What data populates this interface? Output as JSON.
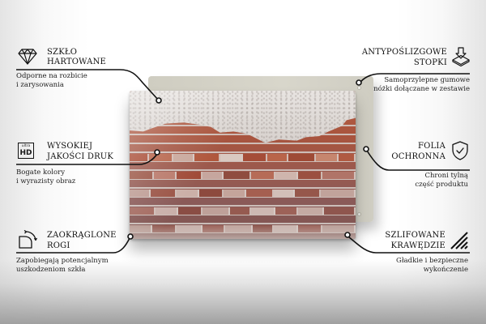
{
  "features": {
    "tempered_glass": {
      "title_line1": "SZKŁO",
      "title_line2": "HARTOWANE",
      "desc_line1": "Odporne na rozbicie",
      "desc_line2": "i zarysowania",
      "icon": "diamond-icon"
    },
    "anti_slip_feet": {
      "title_line1": "ANTYPOŚLIZGOWE",
      "title_line2": "STOPKI",
      "desc_line1": "Samoprzylepne gumowe",
      "desc_line2": "nóżki dołączane w zestawie",
      "icon": "press-down-icon"
    },
    "hd_print": {
      "title_line1": "WYSOKIEJ",
      "title_line2": "JAKOŚCI DRUK",
      "desc_line1": "Bogate kolory",
      "desc_line2": "i wyrazisty obraz",
      "icon": "ultra-hd-icon",
      "icon_small_text": "ultra",
      "icon_big_text": "HD"
    },
    "protective_film": {
      "title_line1": "FOLIA",
      "title_line2": "OCHRONNA",
      "desc_line1": "Chroni tylną",
      "desc_line2": "część produktu",
      "icon": "shield-check-icon"
    },
    "rounded_corners": {
      "title_line1": "ZAOKRĄGLONE",
      "title_line2": "ROGI",
      "desc_line1": "Zapobiegają potencjalnym",
      "desc_line2": "uszkodzeniom szkła",
      "icon": "rounded-corner-icon"
    },
    "polished_edges": {
      "title_line1": "SZLIFOWANE",
      "title_line2": "KRAWĘDZIE",
      "desc_line1": "Gładkie i bezpieczne",
      "desc_line2": "wykończenie",
      "icon": "polished-edge-icon"
    }
  },
  "product": {
    "image_subject": "Brick wall with crumbling plaster on glass panel",
    "back_color": "#d3d1c6"
  },
  "colors": {
    "line": "#111111",
    "text": "#1a1a1a"
  }
}
